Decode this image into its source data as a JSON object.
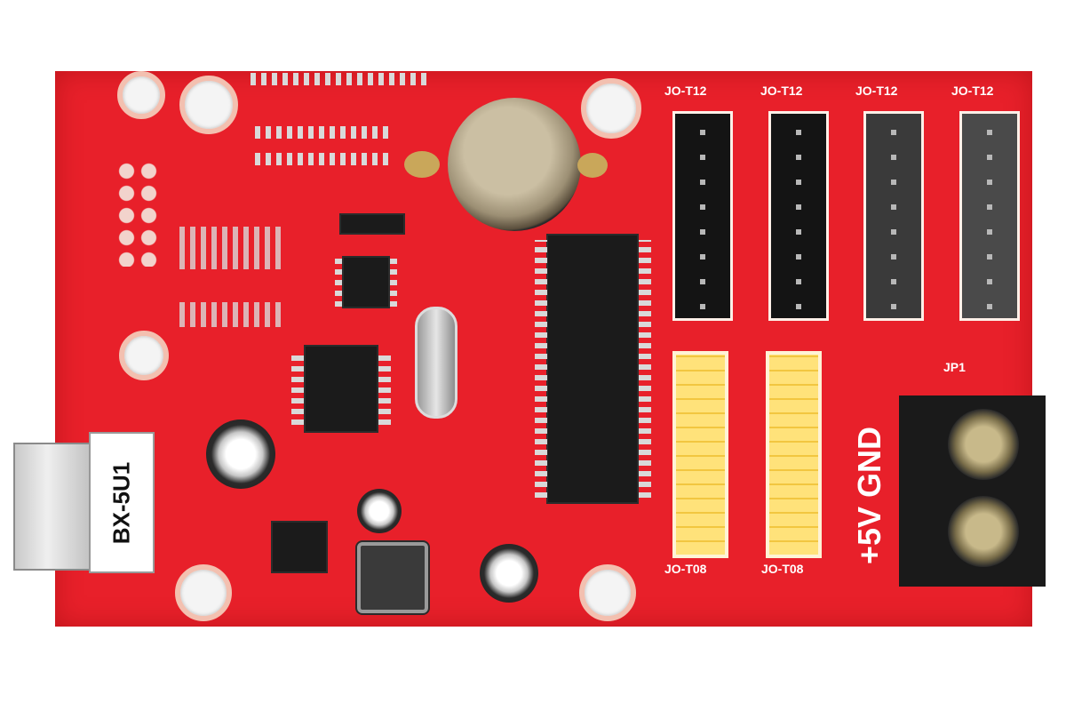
{
  "board": {
    "usb_label": "BX-5U1",
    "power_label": "+5V GND",
    "header_labels": [
      "JO-T12",
      "JO-T12",
      "JO-T12",
      "JO-T12"
    ],
    "bottom_header_labels": [
      "JO-T08",
      "JO-T08"
    ],
    "terminal_label": "JP1"
  },
  "colors": {
    "pcb": "#e8202a",
    "silkscreen": "#ffffff",
    "chip": "#1b1b1b",
    "yellow_header": "#ffe27a"
  }
}
